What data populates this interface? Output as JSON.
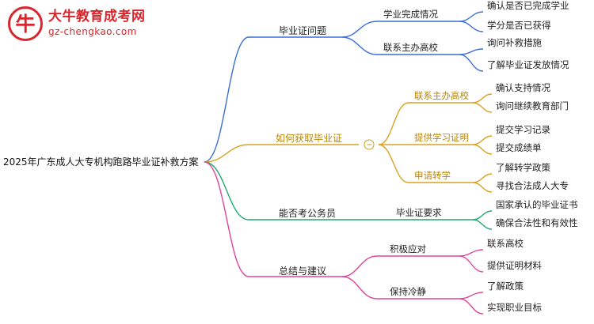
{
  "logo": {
    "mark_glyph": "牛",
    "title": "大牛教育成考网",
    "subtitle": "gz-chengkao.com"
  },
  "mindmap": {
    "root": "2025年广东成人大专机构跑路毕业证补救方案",
    "branches": [
      {
        "label": "毕业证问题",
        "color": "#3b6fd4",
        "children": [
          {
            "label": "学业完成情况",
            "children": [
              {
                "label": "确认是否已完成学业"
              },
              {
                "label": "学分是否已获得"
              }
            ]
          },
          {
            "label": "联系主办高校",
            "children": [
              {
                "label": "询问补救措施"
              },
              {
                "label": "了解毕业证发放情况"
              }
            ]
          }
        ]
      },
      {
        "label": "如何获取毕业证",
        "color": "#d9a222",
        "collapsed_toggle": true,
        "children": [
          {
            "label": "联系主办高校",
            "children": [
              {
                "label": "确认支持情况"
              },
              {
                "label": "询问继续教育部门"
              }
            ]
          },
          {
            "label": "提供学习证明",
            "children": [
              {
                "label": "提交学习记录"
              },
              {
                "label": "提交成绩单"
              }
            ]
          },
          {
            "label": "申请转学",
            "children": [
              {
                "label": "了解转学政策"
              },
              {
                "label": "寻找合法成人大专"
              }
            ]
          }
        ]
      },
      {
        "label": "能否考公务员",
        "color": "#1faa6e",
        "children": [
          {
            "label": "毕业证要求",
            "children": [
              {
                "label": "国家承认的毕业证书"
              },
              {
                "label": "确保合法性和有效性"
              }
            ]
          }
        ]
      },
      {
        "label": "总结与建议",
        "color": "#e0449a",
        "children": [
          {
            "label": "积极应对",
            "children": [
              {
                "label": "联系高校"
              },
              {
                "label": "提供证明材料"
              }
            ]
          },
          {
            "label": "保持冷静",
            "children": [
              {
                "label": "了解政策"
              },
              {
                "label": "实现职业目标"
              }
            ]
          }
        ]
      }
    ]
  }
}
